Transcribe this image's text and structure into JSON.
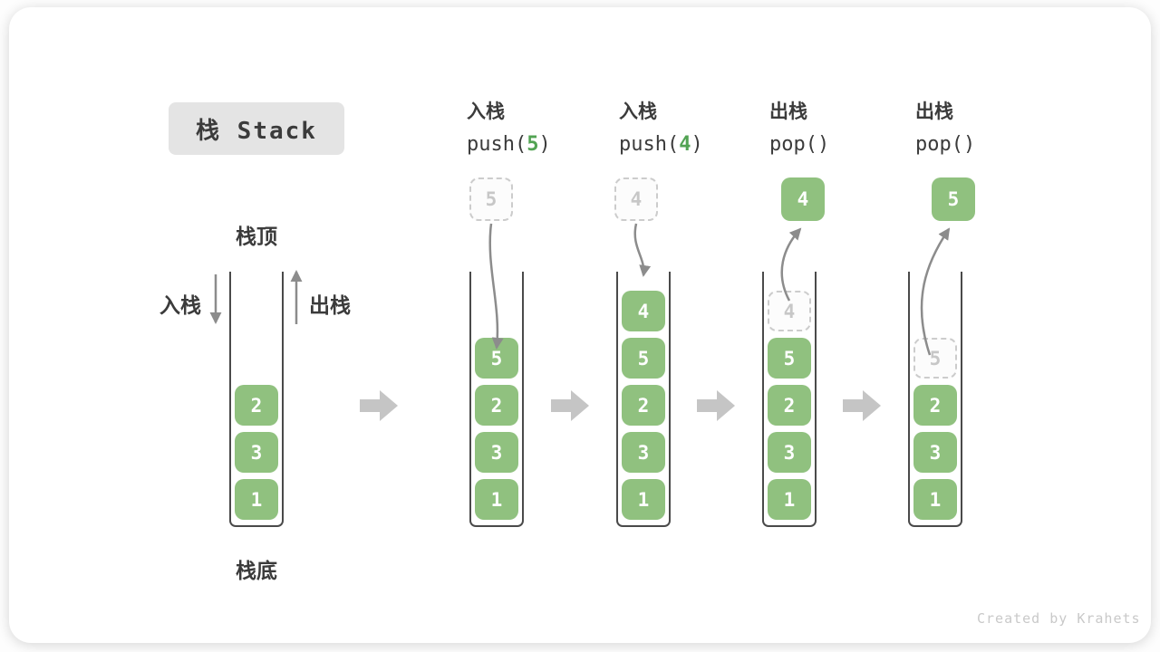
{
  "title": "栈 Stack",
  "watermark": "Created by Krahets",
  "labels": {
    "stack_top": "栈顶",
    "stack_bottom": "栈底",
    "push_side": "入栈",
    "pop_side": "出栈"
  },
  "colors": {
    "block_green": "#90C17F",
    "arg_green": "#52A353",
    "block_arrow_gray": "#C5C5C5",
    "thin_arrow_gray": "#8C8C8C",
    "dashed_border_gray": "#CCCCCC",
    "text_dark": "#3B3B3B",
    "title_bg": "#E4E4E4"
  },
  "stages": [
    {
      "name": "initial",
      "items": [
        {
          "value": "2",
          "style": "solid"
        },
        {
          "value": "3",
          "style": "solid"
        },
        {
          "value": "1",
          "style": "solid"
        }
      ]
    },
    {
      "name": "push-5",
      "operation": {
        "line1": "入栈",
        "prefix": "push(",
        "arg": "5",
        "suffix": ")"
      },
      "floating": {
        "value": "5",
        "style": "dashed"
      },
      "arrow": "into-stack",
      "items": [
        {
          "value": "5",
          "style": "solid"
        },
        {
          "value": "2",
          "style": "solid"
        },
        {
          "value": "3",
          "style": "solid"
        },
        {
          "value": "1",
          "style": "solid"
        }
      ]
    },
    {
      "name": "push-4",
      "operation": {
        "line1": "入栈",
        "prefix": "push(",
        "arg": "4",
        "suffix": ")"
      },
      "floating": {
        "value": "4",
        "style": "dashed"
      },
      "arrow": "into-stack",
      "items": [
        {
          "value": "4",
          "style": "solid"
        },
        {
          "value": "5",
          "style": "solid"
        },
        {
          "value": "2",
          "style": "solid"
        },
        {
          "value": "3",
          "style": "solid"
        },
        {
          "value": "1",
          "style": "solid"
        }
      ]
    },
    {
      "name": "pop-4",
      "operation": {
        "line1": "出栈",
        "prefix": "pop(",
        "arg": "",
        "suffix": ")"
      },
      "floating": {
        "value": "4",
        "style": "solid"
      },
      "arrow": "out-of-stack",
      "items": [
        {
          "value": "4",
          "style": "dashed"
        },
        {
          "value": "5",
          "style": "solid"
        },
        {
          "value": "2",
          "style": "solid"
        },
        {
          "value": "3",
          "style": "solid"
        },
        {
          "value": "1",
          "style": "solid"
        }
      ]
    },
    {
      "name": "pop-5",
      "operation": {
        "line1": "出栈",
        "prefix": "pop(",
        "arg": "",
        "suffix": ")"
      },
      "floating": {
        "value": "5",
        "style": "solid"
      },
      "arrow": "out-of-stack",
      "items": [
        {
          "value": "5",
          "style": "dashed"
        },
        {
          "value": "2",
          "style": "solid"
        },
        {
          "value": "3",
          "style": "solid"
        },
        {
          "value": "1",
          "style": "solid"
        }
      ]
    }
  ]
}
